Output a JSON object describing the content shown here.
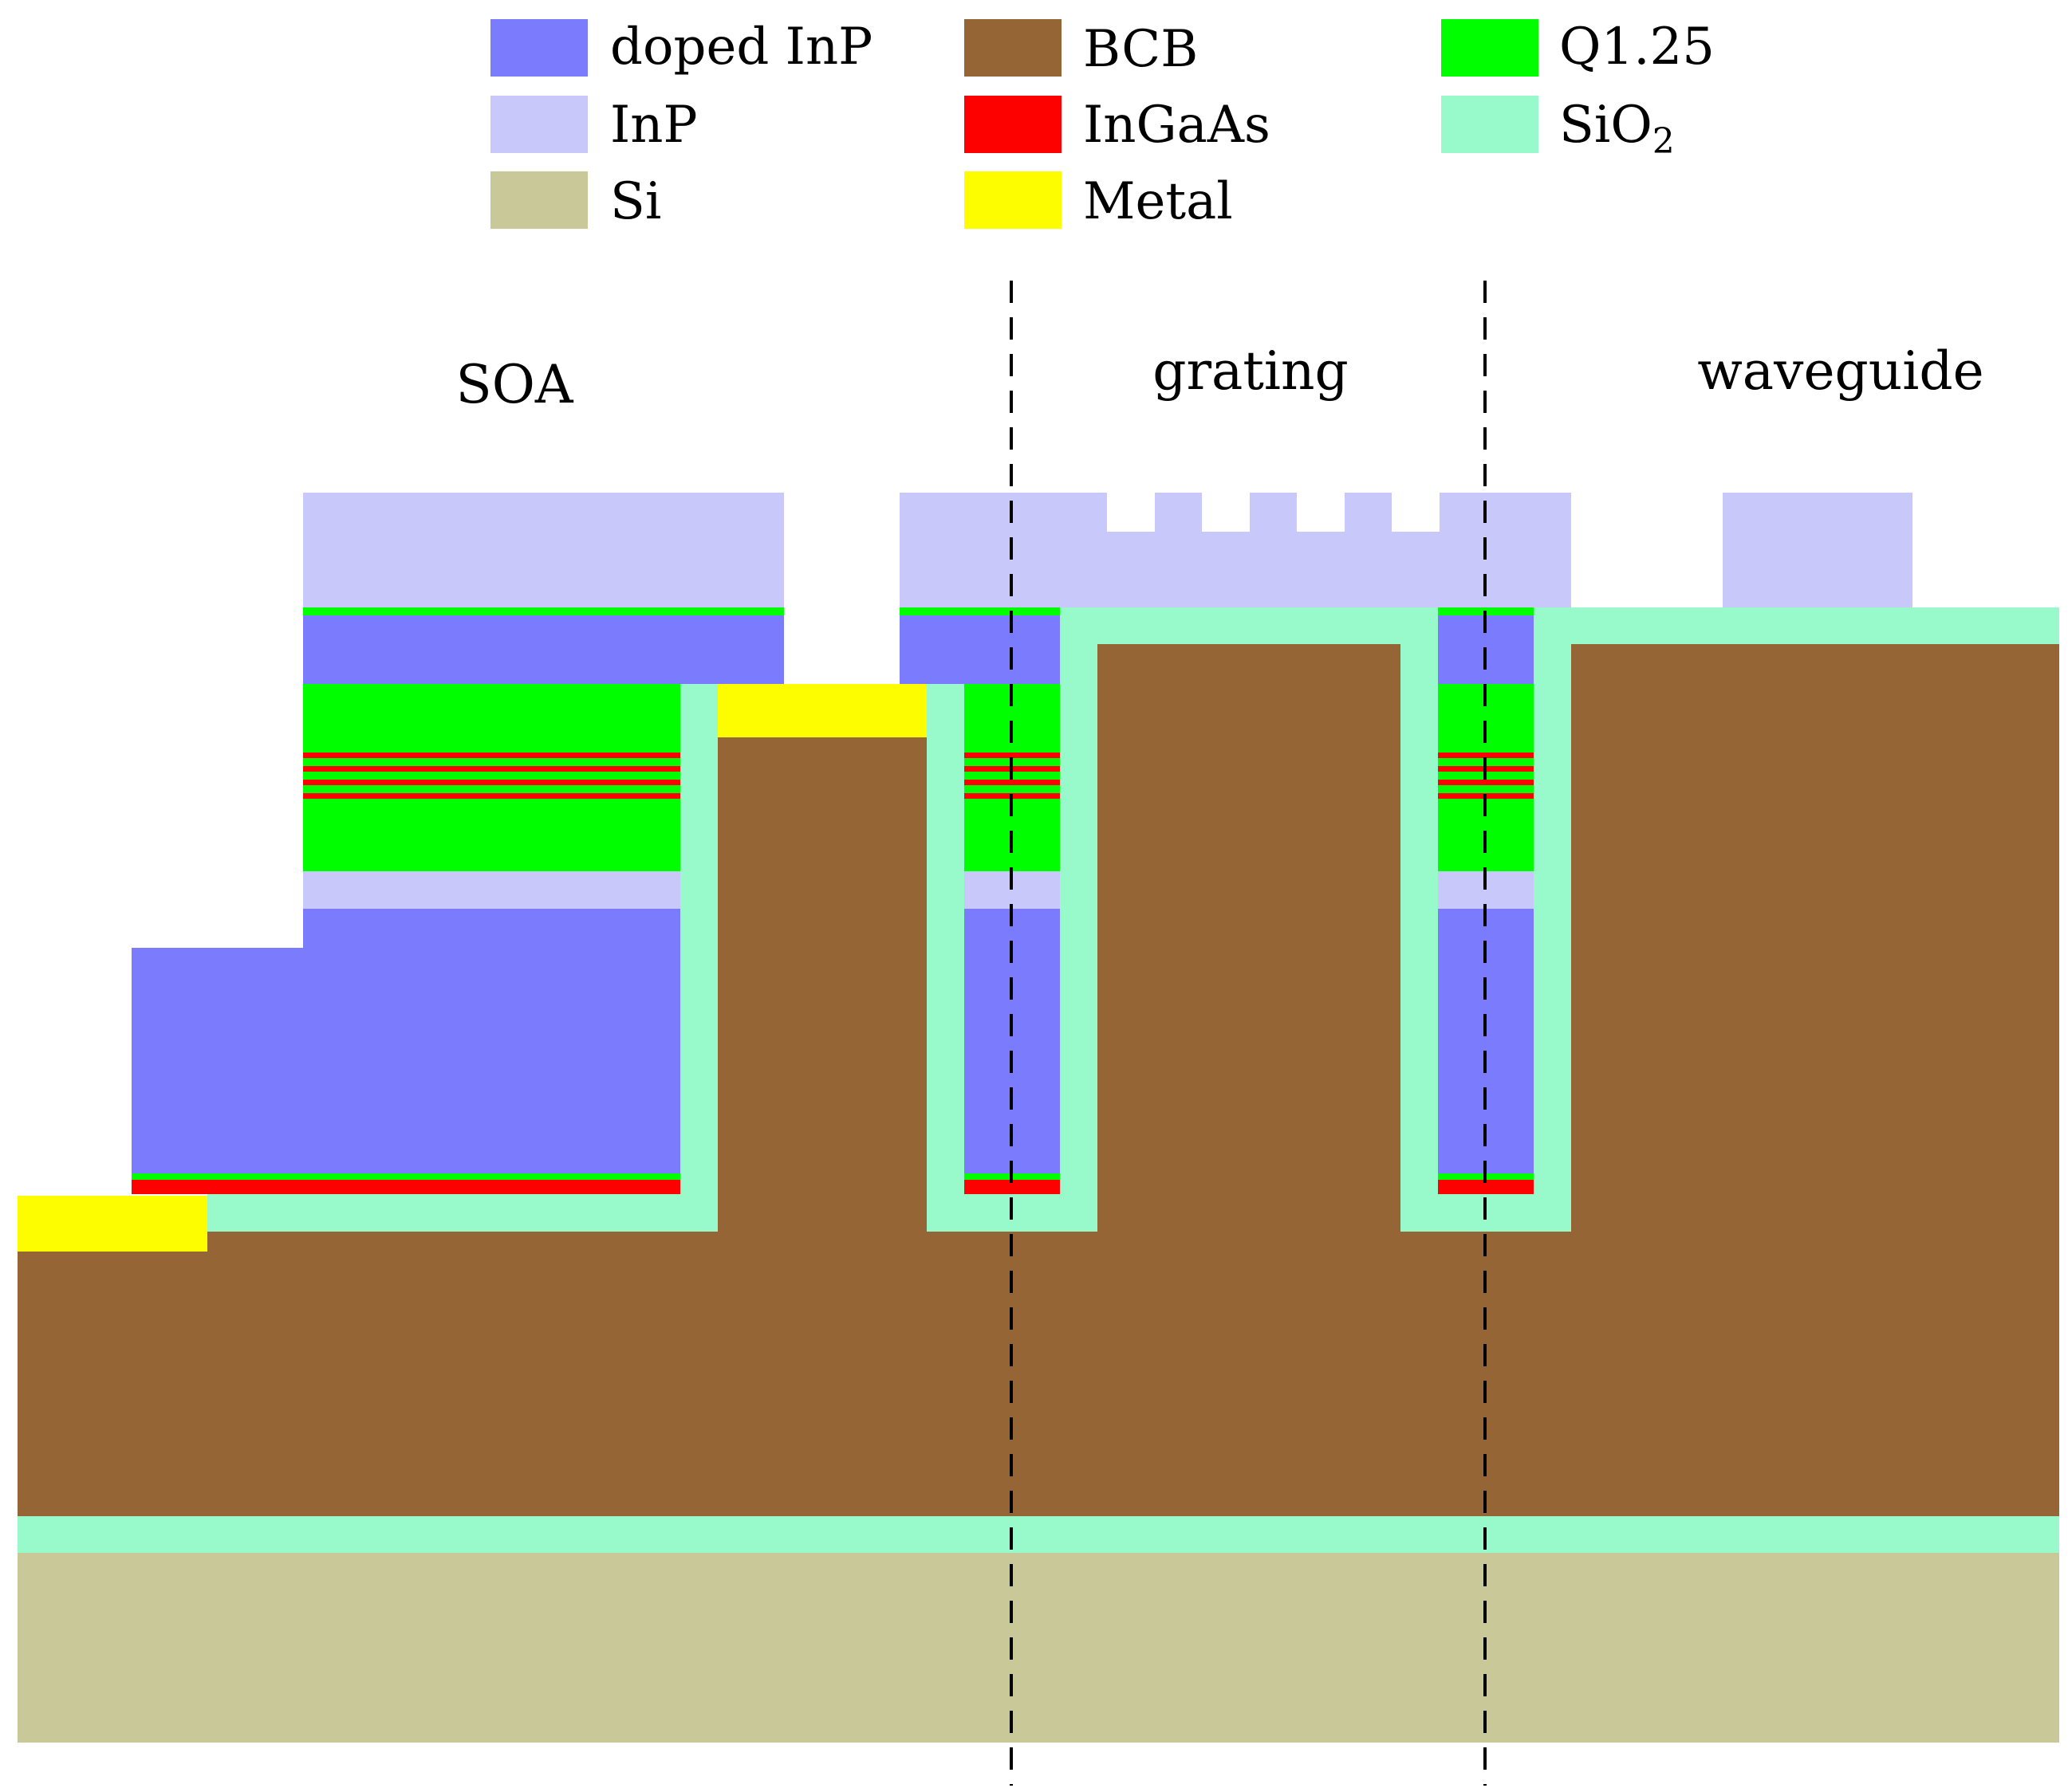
{
  "legend": [
    {
      "key": "doped_inp",
      "label": "doped InP",
      "color": "#7b7bfd"
    },
    {
      "key": "bcb",
      "label": "BCB",
      "color": "#956536"
    },
    {
      "key": "q125",
      "label": "Q1.25",
      "color": "#00fd00"
    },
    {
      "key": "inp",
      "label": "InP",
      "color": "#c8c8fb"
    },
    {
      "key": "ingaas",
      "label": "InGaAs",
      "color": "#fd0000"
    },
    {
      "key": "sio2",
      "label": "SiO",
      "subscript": "2",
      "color": "#98f9cb"
    },
    {
      "key": "si",
      "label": "Si",
      "color": "#c8c898"
    },
    {
      "key": "metal",
      "label": "Metal",
      "color": "#fdfd00"
    }
  ],
  "regions": {
    "soa": "SOA",
    "grating": "grating",
    "waveguide": "waveguide"
  },
  "colors": {
    "doped_inp": "#7b7bfd",
    "inp": "#c8c8fb",
    "si": "#c8c898",
    "bcb": "#956536",
    "ingaas": "#fd0000",
    "metal": "#fdfd00",
    "q125": "#00fd00",
    "sio2": "#98f9cb",
    "divider": "#000000"
  }
}
